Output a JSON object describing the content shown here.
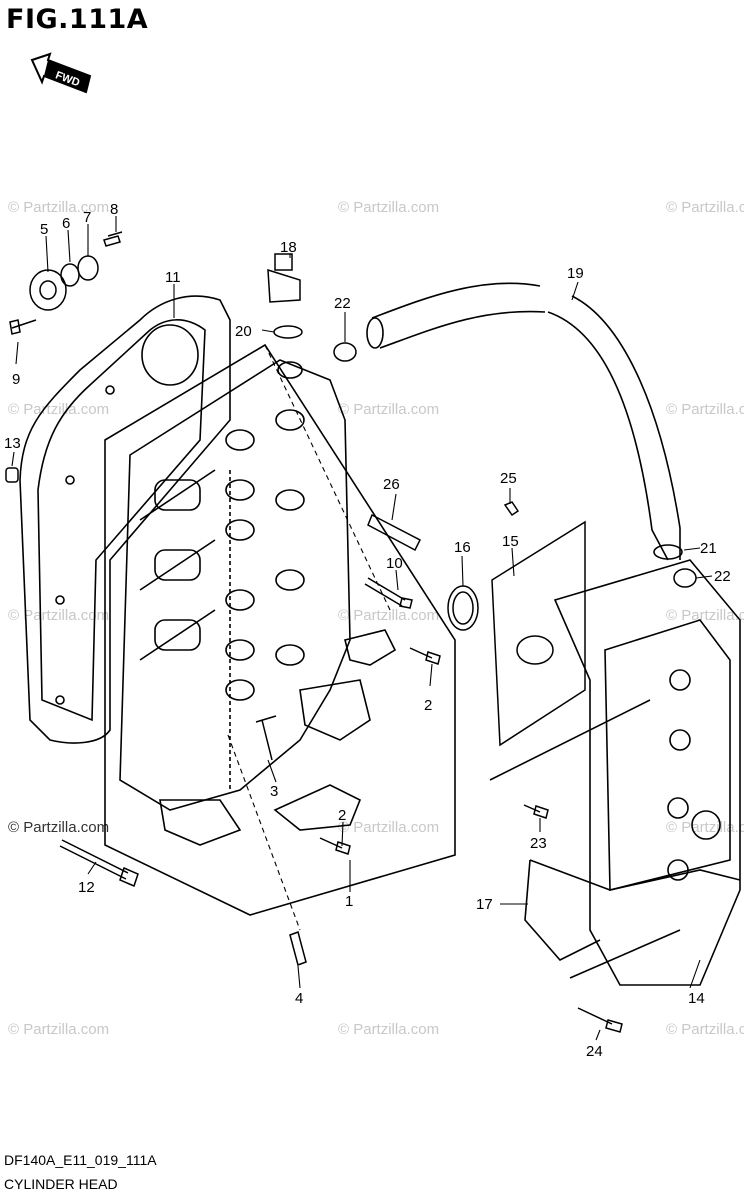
{
  "figure": {
    "title": "FIG.111A",
    "fwd_label": "FWD",
    "code": "DF140A_E11_019_111A",
    "name": "CYLINDER HEAD"
  },
  "watermark": "© Partzilla.com",
  "parts": [
    {
      "ref": "1"
    },
    {
      "ref": "2"
    },
    {
      "ref": "2"
    },
    {
      "ref": "3"
    },
    {
      "ref": "4"
    },
    {
      "ref": "5"
    },
    {
      "ref": "6"
    },
    {
      "ref": "7"
    },
    {
      "ref": "8"
    },
    {
      "ref": "9"
    },
    {
      "ref": "10"
    },
    {
      "ref": "11"
    },
    {
      "ref": "12"
    },
    {
      "ref": "13"
    },
    {
      "ref": "14"
    },
    {
      "ref": "15"
    },
    {
      "ref": "16"
    },
    {
      "ref": "17"
    },
    {
      "ref": "18"
    },
    {
      "ref": "19"
    },
    {
      "ref": "20"
    },
    {
      "ref": "21"
    },
    {
      "ref": "22"
    },
    {
      "ref": "22"
    },
    {
      "ref": "23"
    },
    {
      "ref": "24"
    },
    {
      "ref": "25"
    },
    {
      "ref": "26"
    }
  ]
}
